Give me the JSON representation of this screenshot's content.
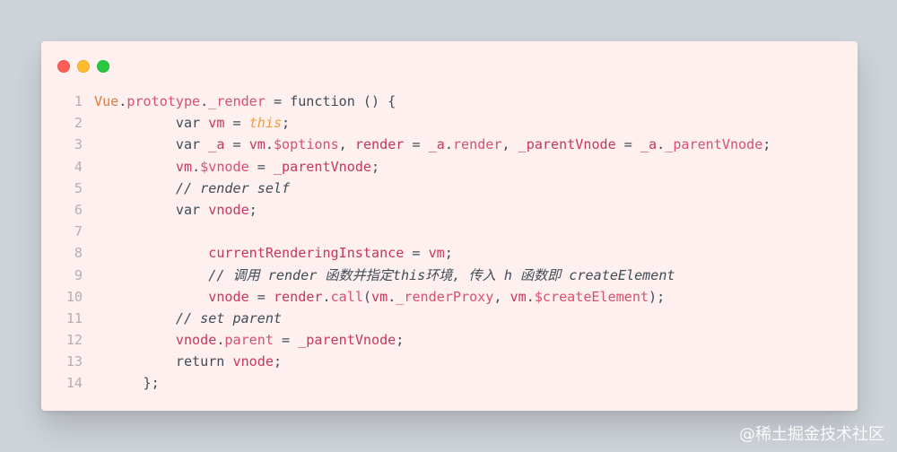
{
  "window": {
    "traffic_lights": [
      {
        "name": "close",
        "color": "#ff5f57"
      },
      {
        "name": "minimize",
        "color": "#febc2e"
      },
      {
        "name": "zoom",
        "color": "#28c840"
      }
    ]
  },
  "code": {
    "lines": [
      {
        "number": "1",
        "indent": "",
        "tokens": [
          {
            "text": "Vue",
            "class": "t-fn"
          },
          {
            "text": ".",
            "class": "t-plain"
          },
          {
            "text": "prototype",
            "class": "t-prop"
          },
          {
            "text": ".",
            "class": "t-plain"
          },
          {
            "text": "_render",
            "class": "t-prop"
          },
          {
            "text": " = function () {",
            "class": "t-plain"
          }
        ]
      },
      {
        "number": "2",
        "indent": "          ",
        "tokens": [
          {
            "text": "var ",
            "class": "t-plain"
          },
          {
            "text": "vm",
            "class": "t-kw"
          },
          {
            "text": " = ",
            "class": "t-plain"
          },
          {
            "text": "this",
            "class": "t-this"
          },
          {
            "text": ";",
            "class": "t-plain"
          }
        ]
      },
      {
        "number": "3",
        "indent": "          ",
        "tokens": [
          {
            "text": "var ",
            "class": "t-plain"
          },
          {
            "text": "_a",
            "class": "t-kw"
          },
          {
            "text": " = ",
            "class": "t-plain"
          },
          {
            "text": "vm",
            "class": "t-kw"
          },
          {
            "text": ".",
            "class": "t-plain"
          },
          {
            "text": "$options",
            "class": "t-prop"
          },
          {
            "text": ", ",
            "class": "t-plain"
          },
          {
            "text": "render",
            "class": "t-kw"
          },
          {
            "text": " = ",
            "class": "t-plain"
          },
          {
            "text": "_a",
            "class": "t-kw"
          },
          {
            "text": ".",
            "class": "t-plain"
          },
          {
            "text": "render",
            "class": "t-prop"
          },
          {
            "text": ", ",
            "class": "t-plain"
          },
          {
            "text": "_parentVnode",
            "class": "t-kw"
          },
          {
            "text": " = ",
            "class": "t-plain"
          },
          {
            "text": "_a",
            "class": "t-kw"
          },
          {
            "text": ".",
            "class": "t-plain"
          },
          {
            "text": "_parentVnode",
            "class": "t-prop"
          },
          {
            "text": ";",
            "class": "t-plain"
          }
        ]
      },
      {
        "number": "4",
        "indent": "          ",
        "tokens": [
          {
            "text": "vm",
            "class": "t-kw"
          },
          {
            "text": ".",
            "class": "t-plain"
          },
          {
            "text": "$vnode",
            "class": "t-prop"
          },
          {
            "text": " = ",
            "class": "t-plain"
          },
          {
            "text": "_parentVnode",
            "class": "t-kw"
          },
          {
            "text": ";",
            "class": "t-plain"
          }
        ]
      },
      {
        "number": "5",
        "indent": "          ",
        "tokens": [
          {
            "text": "// render self",
            "class": "t-comment"
          }
        ]
      },
      {
        "number": "6",
        "indent": "          ",
        "tokens": [
          {
            "text": "var ",
            "class": "t-plain"
          },
          {
            "text": "vnode",
            "class": "t-kw"
          },
          {
            "text": ";",
            "class": "t-plain"
          }
        ]
      },
      {
        "number": "7",
        "indent": "",
        "tokens": []
      },
      {
        "number": "8",
        "indent": "              ",
        "tokens": [
          {
            "text": "currentRenderingInstance",
            "class": "t-kw"
          },
          {
            "text": " = ",
            "class": "t-plain"
          },
          {
            "text": "vm",
            "class": "t-kw"
          },
          {
            "text": ";",
            "class": "t-plain"
          }
        ]
      },
      {
        "number": "9",
        "indent": "              ",
        "tokens": [
          {
            "text": "// 调用 render 函数并指定this环境, 传入 h 函数即 createElement",
            "class": "t-comment"
          }
        ]
      },
      {
        "number": "10",
        "indent": "              ",
        "tokens": [
          {
            "text": "vnode",
            "class": "t-kw"
          },
          {
            "text": " = ",
            "class": "t-plain"
          },
          {
            "text": "render",
            "class": "t-kw"
          },
          {
            "text": ".",
            "class": "t-plain"
          },
          {
            "text": "call",
            "class": "t-prop"
          },
          {
            "text": "(",
            "class": "t-plain"
          },
          {
            "text": "vm",
            "class": "t-kw"
          },
          {
            "text": ".",
            "class": "t-plain"
          },
          {
            "text": "_renderProxy",
            "class": "t-prop"
          },
          {
            "text": ", ",
            "class": "t-plain"
          },
          {
            "text": "vm",
            "class": "t-kw"
          },
          {
            "text": ".",
            "class": "t-plain"
          },
          {
            "text": "$createElement",
            "class": "t-prop"
          },
          {
            "text": ");",
            "class": "t-plain"
          }
        ]
      },
      {
        "number": "11",
        "indent": "          ",
        "tokens": [
          {
            "text": "// set parent",
            "class": "t-comment"
          }
        ]
      },
      {
        "number": "12",
        "indent": "          ",
        "tokens": [
          {
            "text": "vnode",
            "class": "t-kw"
          },
          {
            "text": ".",
            "class": "t-plain"
          },
          {
            "text": "parent",
            "class": "t-prop"
          },
          {
            "text": " = ",
            "class": "t-plain"
          },
          {
            "text": "_parentVnode",
            "class": "t-kw"
          },
          {
            "text": ";",
            "class": "t-plain"
          }
        ]
      },
      {
        "number": "13",
        "indent": "          ",
        "tokens": [
          {
            "text": "return ",
            "class": "t-plain"
          },
          {
            "text": "vnode",
            "class": "t-kw"
          },
          {
            "text": ";",
            "class": "t-plain"
          }
        ]
      },
      {
        "number": "14",
        "indent": "      ",
        "tokens": [
          {
            "text": "};",
            "class": "t-plain"
          }
        ]
      }
    ]
  },
  "watermark": {
    "text": "@稀土掘金技术社区"
  }
}
